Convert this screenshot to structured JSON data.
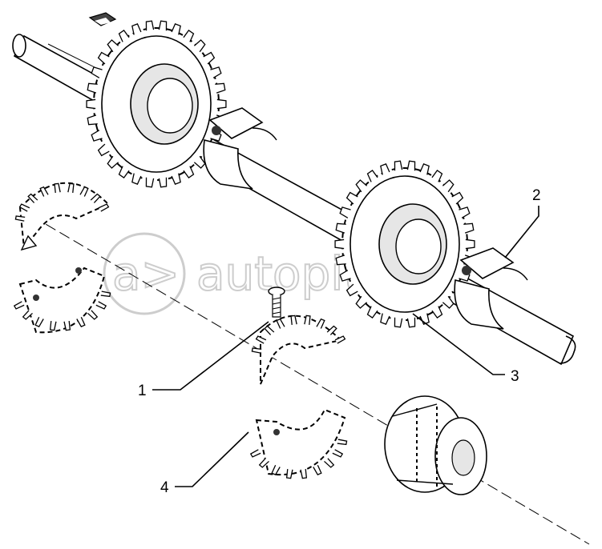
{
  "callouts": [
    {
      "id": "1",
      "label": "1"
    },
    {
      "id": "2",
      "label": "2"
    },
    {
      "id": "3",
      "label": "3"
    },
    {
      "id": "4",
      "label": "4"
    }
  ],
  "watermark": {
    "text": "autopiter.ru",
    "logo_glyph": "a>"
  },
  "parts": [
    "shaft",
    "upper-sprocket",
    "lower-sprocket",
    "sprocket-halves",
    "screw",
    "clamp-bearings",
    "roller-drum",
    "key"
  ],
  "colors": {
    "line": "#000000",
    "fill": "#ffffff",
    "shade": "#d9d9d9",
    "watermark": "#c8c8c8"
  }
}
